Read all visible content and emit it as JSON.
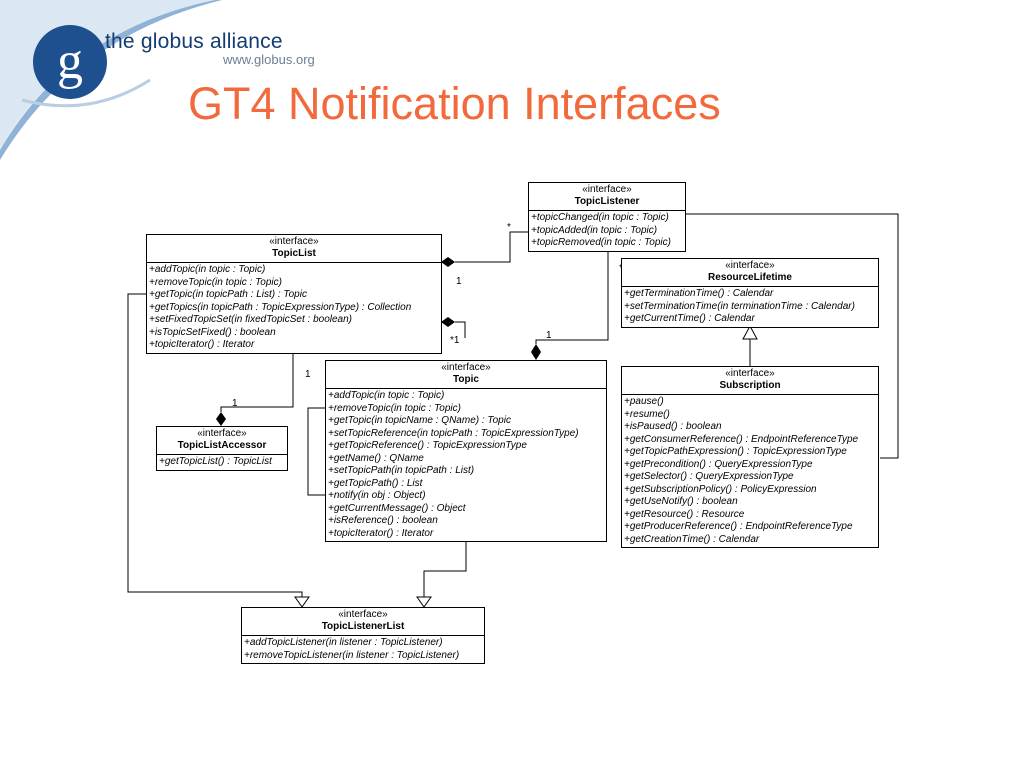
{
  "header": {
    "logo_letter": "g",
    "logo_name": "the globus alliance",
    "logo_url": "www.globus.org",
    "title": "GT4 Notification Interfaces"
  },
  "colors": {
    "title": "#f26a3c",
    "logo_circle": "#1e4f8f",
    "arc": "#8fb2d6"
  },
  "diagram": {
    "interfaces": {
      "topic_listener": {
        "stereotype": "«interface»",
        "name": "TopicListener",
        "operations": [
          "+topicChanged(in  topic  :  Topic)",
          "+topicAdded(in  topic  :  Topic)",
          "+topicRemoved(in  topic  :  Topic)"
        ]
      },
      "topic_list": {
        "stereotype": "«interface»",
        "name": "TopicList",
        "operations": [
          "+addTopic(in  topic  :  Topic)",
          "+removeTopic(in  topic  :  Topic)",
          "+getTopic(in  topicPath  : List)  :  Topic",
          "+getTopics(in  topicPath  :  TopicExpressionType)  :  Collection",
          "+setFixedTopicSet(in  fixedTopicSet  :  boolean)",
          "+isTopicSetFixed()  :  boolean",
          "+topicIterator()  :  Iterator"
        ]
      },
      "resource_lifetime": {
        "stereotype": "«interface»",
        "name": "ResourceLifetime",
        "operations": [
          "+getTerminationTime()  :  Calendar",
          "+setTerminationTime(in  terminationTime  :  Calendar)",
          "+getCurrentTime()  :  Calendar"
        ]
      },
      "topic": {
        "stereotype": "«interface»",
        "name": "Topic",
        "operations": [
          "+addTopic(in  topic  :  Topic)",
          "+removeTopic(in  topic  :  Topic)",
          "+getTopic(in  topicName  :  QName)  :  Topic",
          "+setTopicReference(in   topicPath  :  TopicExpressionType)",
          "+getTopicReference()   :   TopicExpressionType",
          "+getName()  :  QName",
          "+setTopicPath(in  topicPath  :  List)",
          "+getTopicPath()  :  List",
          "+notify(in  obj  :  Object)",
          "+getCurrentMessage()   :   Object",
          "+isReference()  :  boolean",
          "+topicIterator()  :  Iterator"
        ]
      },
      "subscription": {
        "stereotype": "«interface»",
        "name": "Subscription",
        "operations": [
          "+pause()",
          "+resume()",
          "+isPaused()  :  boolean",
          "+getConsumerReference()   :   EndpointReferenceType",
          "+getTopicPathExpression()    :    TopicExpressionType",
          "+getPrecondition()   :   QueryExpressionType",
          "+getSelector()   :   QueryExpressionType",
          "+getSubscriptionPolicy()    :    PolicyExpression",
          "+getUseNotify()  :  boolean",
          "+getResource()   :   Resource",
          "+getProducerReference()   :   EndpointReferenceType",
          "+getCreationTime()  :  Calendar"
        ]
      },
      "topic_list_accessor": {
        "stereotype": "«interface»",
        "name": "TopicListAccessor",
        "operations": [
          "+getTopicList()   :   TopicList"
        ]
      },
      "topic_listener_list": {
        "stereotype": "«interface»",
        "name": "TopicListenerList",
        "operations": [
          "+addTopicListener(in   listener   :   TopicListener)",
          "+removeTopicListener(in   listener   :   TopicListener)"
        ]
      }
    },
    "multiplicities": {
      "listener_star_left": "*",
      "listener_star_right": "*",
      "topiclist_one": "1",
      "topiclist_star_one": "*1",
      "topic_one_top": "1",
      "topic_one_left": "1",
      "accessor_one": "1"
    }
  }
}
